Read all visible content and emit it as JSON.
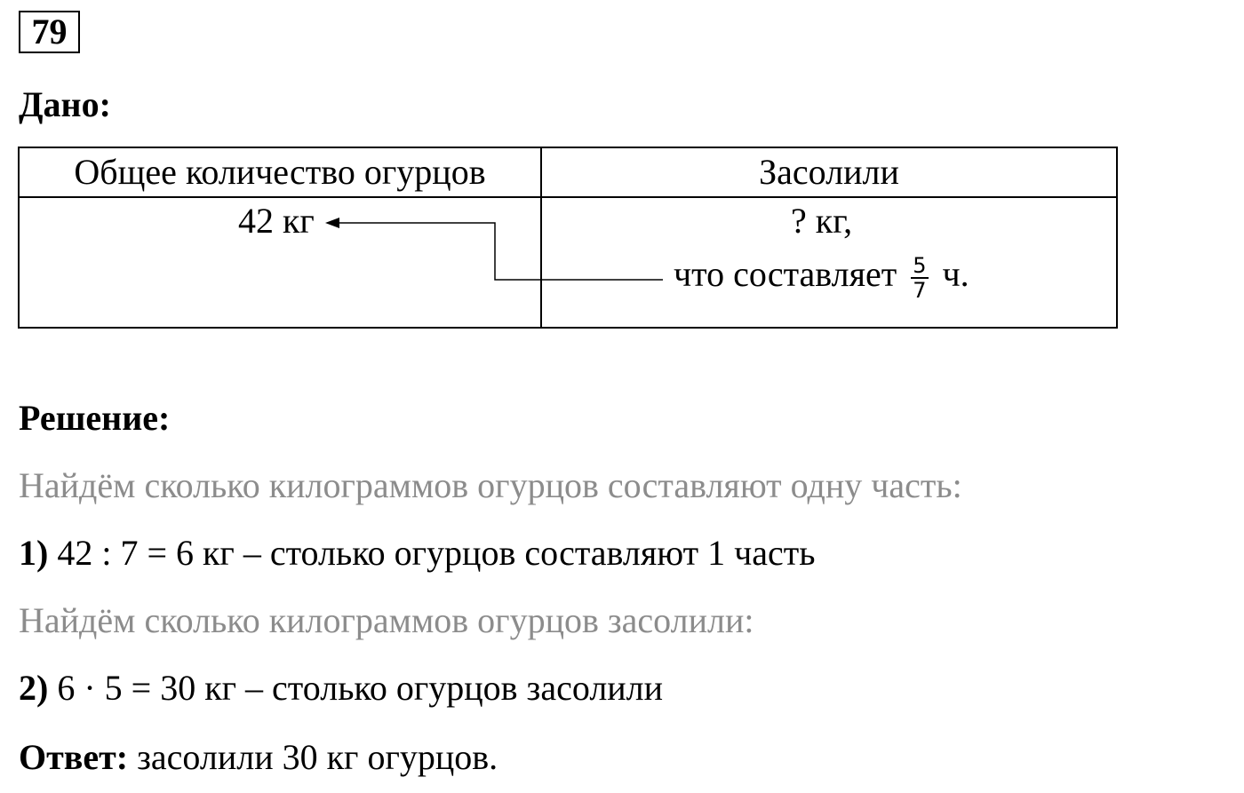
{
  "task": {
    "number": "79"
  },
  "given": {
    "heading": "Дано:",
    "headers": [
      "Общее количество огурцов",
      "Засолили"
    ],
    "total_value": "42 кг",
    "salted_value": "? кг,",
    "salted_fraction_prefix": "что составляет",
    "fraction": {
      "numerator": "5",
      "denominator": "7"
    },
    "salted_fraction_suffix": "ч."
  },
  "solution": {
    "heading": "Решение:",
    "lines": [
      {
        "kind": "hint",
        "text": "Найдём сколько килограммов огурцов составляют одну часть:"
      },
      {
        "kind": "step",
        "label": "1)",
        "text": "42 : 7 = 6 кг – столько огурцов составляют 1 часть"
      },
      {
        "kind": "hint",
        "text": "Найдём сколько килограммов огурцов засолили:"
      },
      {
        "kind": "step",
        "label": "2)",
        "text": "6 · 5 = 30 кг – столько огурцов засолили"
      }
    ],
    "answer_label": "Ответ:",
    "answer_text": "засолили 30 кг огурцов."
  }
}
